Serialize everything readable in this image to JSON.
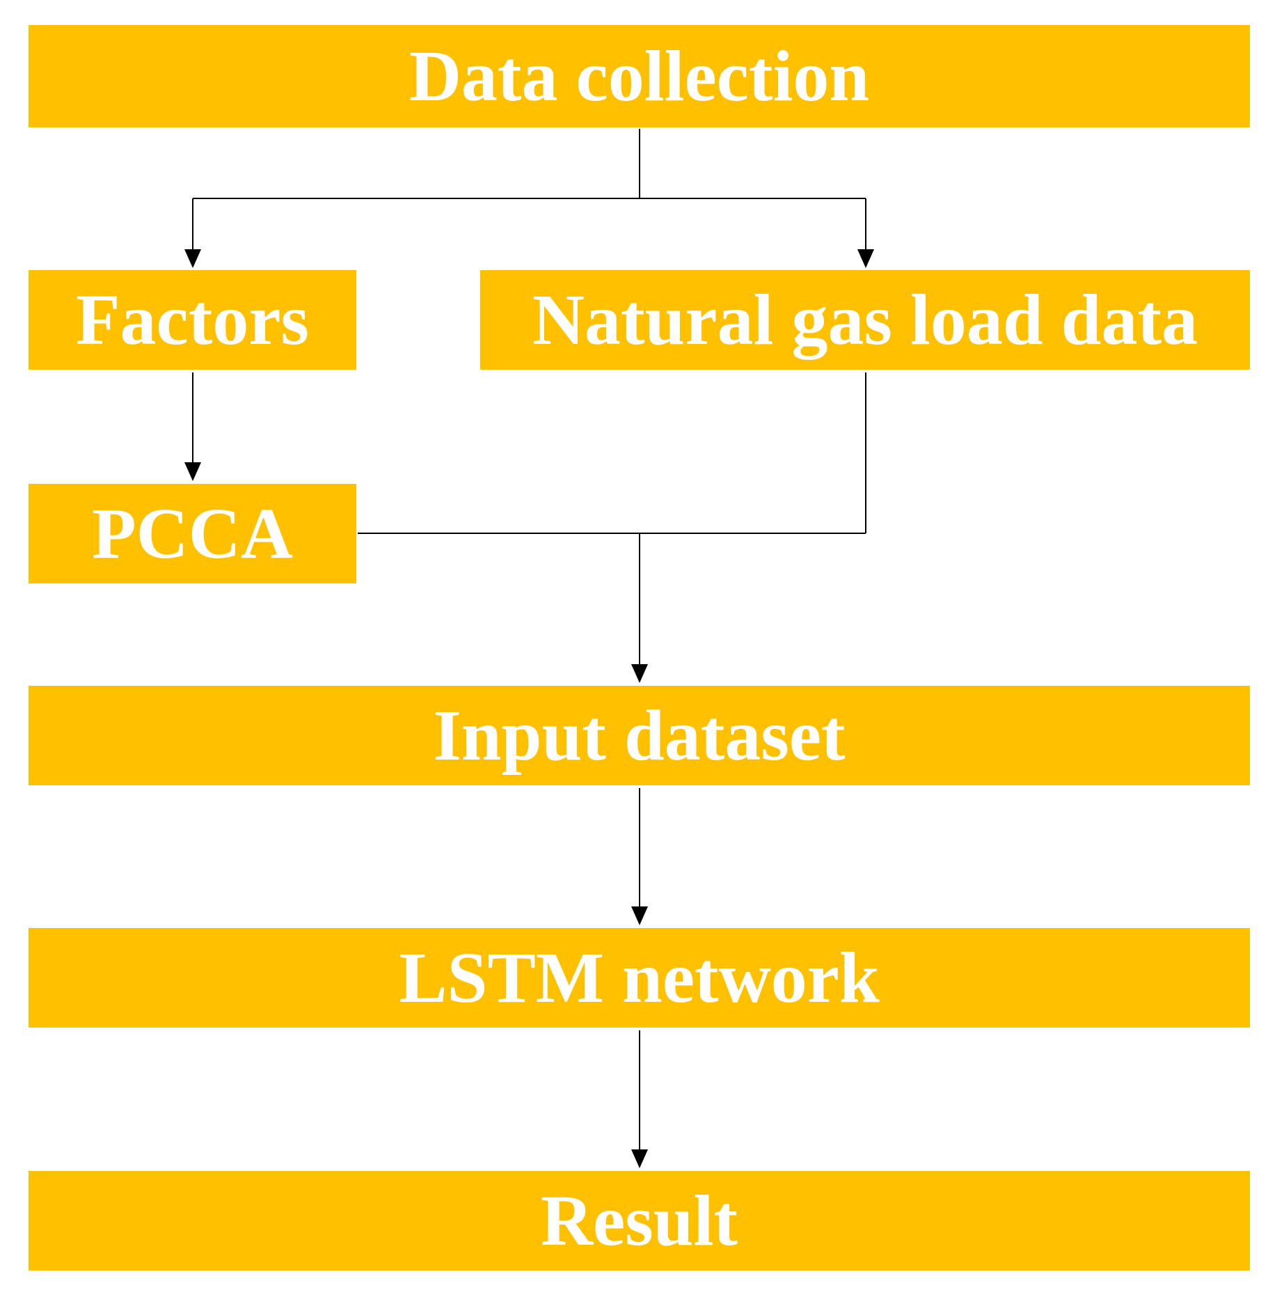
{
  "diagram": {
    "boxes": {
      "data_collection": "Data collection",
      "factors": "Factors",
      "natural_gas_load_data": "Natural gas load data",
      "pcca": "PCCA",
      "input_dataset": "Input dataset",
      "lstm_network": "LSTM network",
      "result": "Result"
    },
    "colors": {
      "box_fill": "#FFC000",
      "box_text": "#FFFFFF",
      "connector": "#000000"
    }
  }
}
